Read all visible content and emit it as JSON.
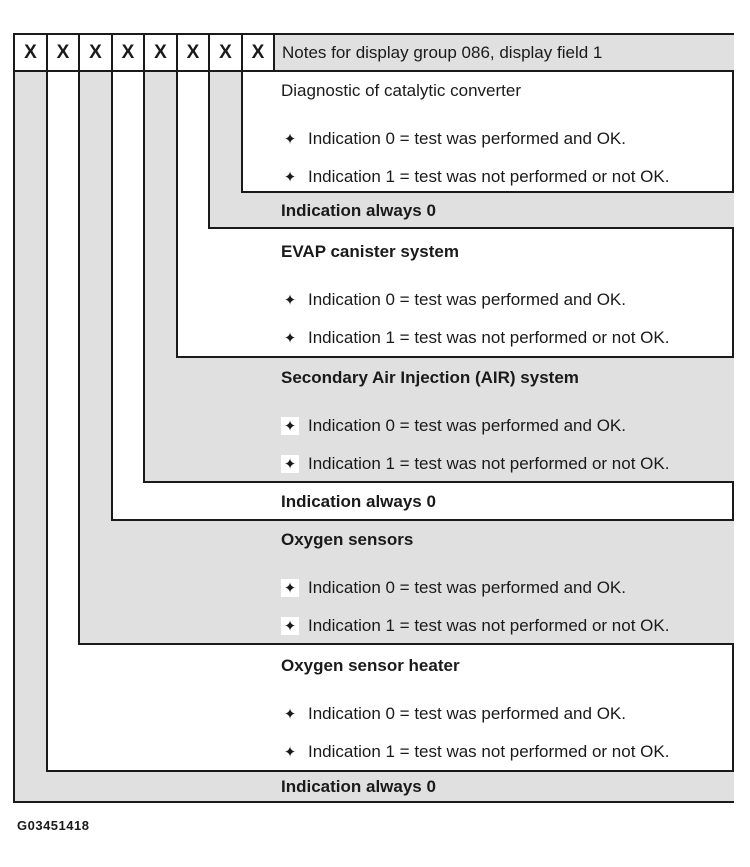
{
  "header": {
    "digits": [
      "X",
      "X",
      "X",
      "X",
      "X",
      "X",
      "X",
      "X"
    ],
    "title": "Notes for display group 086, display field 1"
  },
  "sections": [
    {
      "title": "Diagnostic of catalytic converter",
      "bullets": [
        "Indication 0 = test was performed and OK.",
        "Indication 1 = test was not performed or not OK."
      ]
    },
    {
      "title": "Indication always 0",
      "bullets": []
    },
    {
      "title": "EVAP canister system",
      "bullets": [
        "Indication 0 = test was performed and OK.",
        "Indication 1 = test was not performed or not OK."
      ]
    },
    {
      "title": "Secondary Air Injection (AIR) system",
      "bullets": [
        "Indication 0 = test was performed and OK.",
        "Indication 1 = test was not performed or not OK."
      ]
    },
    {
      "title": "Indication always 0",
      "bullets": []
    },
    {
      "title": "Oxygen sensors",
      "bullets": [
        "Indication 0 = test was performed and OK.",
        "Indication 1 = test was not performed or not OK."
      ]
    },
    {
      "title": "Oxygen sensor heater",
      "bullets": [
        "Indication 0 = test was performed and OK.",
        "Indication 1 = test was not performed or not OK."
      ]
    },
    {
      "title": "Indication always 0",
      "bullets": []
    }
  ],
  "icons": {
    "bullet_glyph": "✦"
  },
  "figure_id": "G03451418",
  "colors": {
    "band_gray": "#e0e0e0",
    "line": "#1a1a1a",
    "page": "#ffffff"
  }
}
